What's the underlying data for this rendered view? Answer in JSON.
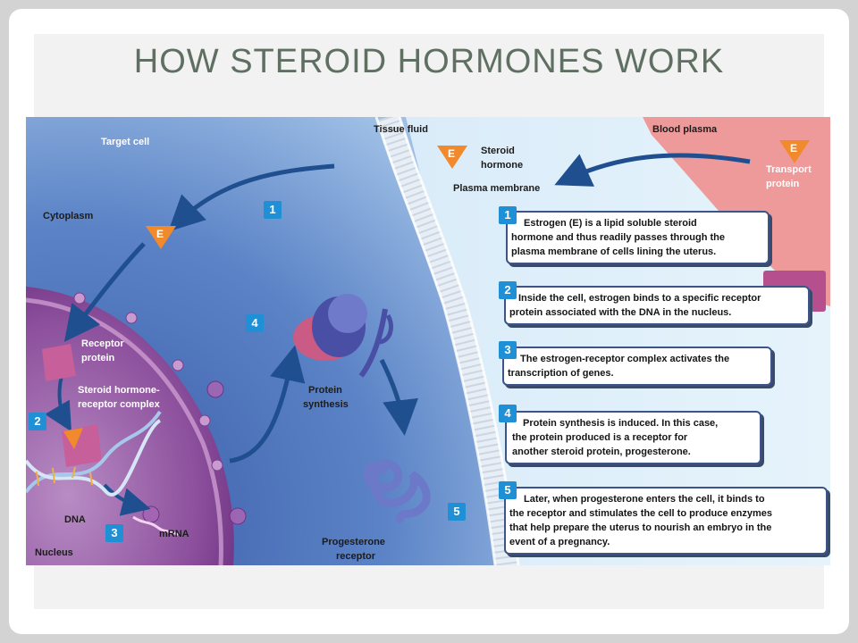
{
  "slide": {
    "title": "HOW STEROID HORMONES WORK"
  },
  "labels": {
    "tissue_fluid": "Tissue fluid",
    "blood_plasma": "Blood plasma",
    "target_cell": "Target cell",
    "steroid_hormone_1": "Steroid",
    "steroid_hormone_2": "hormone",
    "plasma_membrane": "Plasma membrane",
    "transport_protein_1": "Transport",
    "transport_protein_2": "protein",
    "cytoplasm": "Cytoplasm",
    "receptor_protein_1": "Receptor",
    "receptor_protein_2": "protein",
    "complex_1": "Steroid hormone-",
    "complex_2": "receptor complex",
    "protein_synthesis_1": "Protein",
    "protein_synthesis_2": "synthesis",
    "dna": "DNA",
    "mrna": "mRNA",
    "nucleus": "Nucleus",
    "progesterone_receptor_1": "Progesterone",
    "progesterone_receptor_2": "receptor",
    "estrogen_symbol": "E"
  },
  "steps": {
    "s1": "1",
    "s2": "2",
    "s3": "3",
    "s4": "4",
    "s5": "5"
  },
  "explanations": [
    {
      "num": "1",
      "lines": [
        "Estrogen (E) is a lipid soluble steroid",
        "hormone and thus readily passes through the",
        "plasma membrane of cells lining the uterus."
      ]
    },
    {
      "num": "2",
      "lines": [
        "Inside the cell, estrogen binds to a specific receptor",
        "protein associated with the DNA in the nucleus."
      ]
    },
    {
      "num": "3",
      "lines": [
        "The estrogen-receptor  complex activates the",
        "transcription of genes."
      ]
    },
    {
      "num": "4",
      "lines": [
        "Protein synthesis is induced. In this case,",
        "the protein produced is a receptor for",
        "another steroid protein, progesterone."
      ]
    },
    {
      "num": "5",
      "lines": [
        "Later, when progesterone  enters the cell, it binds to",
        "the receptor and stimulates the cell to produce enzymes",
        "that help prepare the uterus to nourish an embryo in the",
        "event of a pregnancy."
      ]
    }
  ],
  "colors": {
    "title": "#5f6f62",
    "cytoplasm": "#5a7fc0",
    "nucleus": "#8a4f9c",
    "blood_plasma": "#ef9a9a",
    "estrogen": "#f08a2c",
    "step_badge": "#1f8fd6",
    "arrow": "#1f4f8f"
  }
}
